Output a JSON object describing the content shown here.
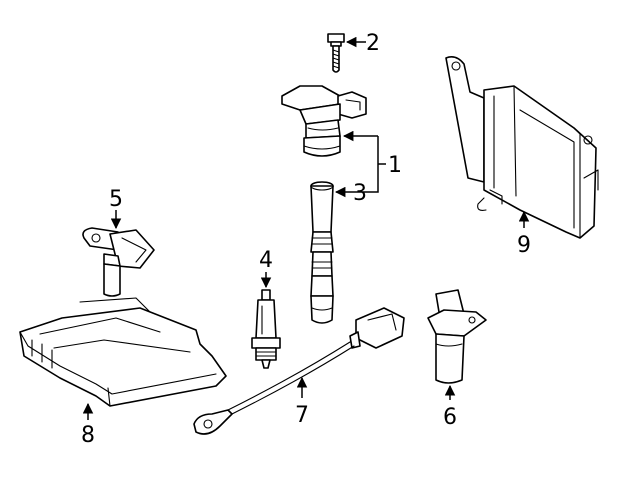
{
  "diagram": {
    "callouts": [
      {
        "id": "1",
        "text": "1"
      },
      {
        "id": "2",
        "text": "2"
      },
      {
        "id": "3",
        "text": "3"
      },
      {
        "id": "4",
        "text": "4"
      },
      {
        "id": "5",
        "text": "5"
      },
      {
        "id": "6",
        "text": "6"
      },
      {
        "id": "7",
        "text": "7"
      },
      {
        "id": "8",
        "text": "8"
      },
      {
        "id": "9",
        "text": "9"
      }
    ]
  },
  "colors": {
    "line": "#000000",
    "background": "#ffffff"
  }
}
